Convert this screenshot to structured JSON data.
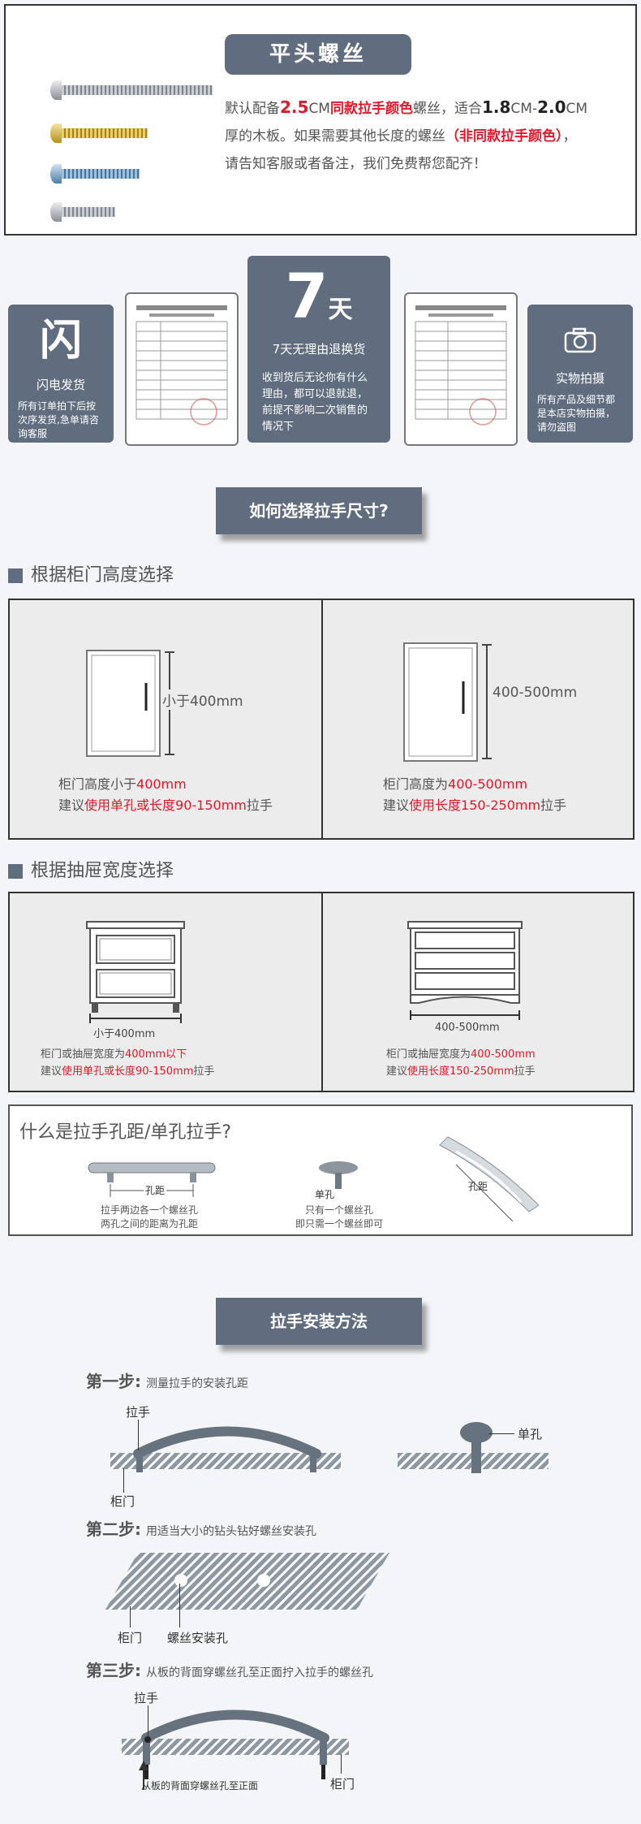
{
  "screw": {
    "title": "平头螺丝",
    "line1_pre": "默认配备",
    "line1_len": "2.5",
    "line1_unit": "CM",
    "line1_red": "同款拉手颜色",
    "line1_mid": "螺丝，适合",
    "line1_a": "1.8",
    "line1_cm1": "CM-",
    "line1_b": "2.0",
    "line1_cm2": "CM",
    "line2_pre": "厚的木板。如果需要其他长度的螺丝",
    "line2_red": "（非同款拉手颜色）",
    "line2_post": "，",
    "line3": "请告知客服或者备注，我们免费帮您配齐！"
  },
  "service": {
    "flash": {
      "icon": "闪",
      "title": "闪电发货",
      "desc": "所有订单拍下后按次序发货,急单请咨询客服"
    },
    "days": {
      "num": "7",
      "unit": "天",
      "title": "7天无理由退换货",
      "desc": "收到货后无论你有什么理由，都可以退就退，前提不影响二次销售的情况下"
    },
    "photo": {
      "title": "实物拍摄",
      "desc": "所有产品及细节都是本店实物拍摄，请勿盗图"
    }
  },
  "how_banner": "如何选择拉手尺寸?",
  "door": {
    "title": "根据柜门高度选择",
    "left": {
      "size": "小于400mm",
      "l1_pre": "柜门高度小于",
      "l1_red": "400mm",
      "l2_pre": "建议",
      "l2_red": "使用单孔或长度90-150mm",
      "l2_post": "拉手"
    },
    "right": {
      "size": "400-500mm",
      "l1_pre": "柜门高度为",
      "l1_red": "400-500mm",
      "l2_pre": "建议",
      "l2_red": "使用长度150-250mm",
      "l2_post": "拉手"
    }
  },
  "drawer": {
    "title": "根据抽屉宽度选择",
    "left": {
      "size": "小于400mm",
      "l1_pre": "柜门或抽屉宽度为",
      "l1_red": "400mm以下",
      "l2_pre": "建议",
      "l2_red": "使用单孔或长度90-150mm",
      "l2_post": "拉手"
    },
    "right": {
      "size": "400-500mm",
      "l1_pre": "柜门或抽屉宽度为",
      "l1_red": "400-500mm",
      "l2_pre": "建议",
      "l2_red": "使用长度150-250mm",
      "l2_post": "拉手"
    }
  },
  "hole": {
    "title": "什么是拉手孔距/单孔拉手?",
    "a_label": "孔距",
    "a_desc1": "拉手两边各一个螺丝孔",
    "a_desc2": "两孔之间的距离为孔距",
    "b_label": "单孔",
    "b_desc1": "只有一个螺丝孔",
    "b_desc2": "即只需一个螺丝即可",
    "c_label": "孔距"
  },
  "install": {
    "banner": "拉手安装方法",
    "s1": {
      "title": "第一步:",
      "sub": "测量拉手的安装孔距",
      "handle": "拉手",
      "door": "柜门",
      "single": "单孔"
    },
    "s2": {
      "title": "第二步:",
      "sub": "用适当大小的钻头钻好螺丝安装孔",
      "door": "柜门",
      "hole": "螺丝安装孔"
    },
    "s3": {
      "title": "第三步:",
      "sub": "从板的背面穿螺丝孔至正面拧入拉手的螺丝孔",
      "handle": "拉手",
      "back": "从板的背面穿螺丝孔至正面",
      "door": "柜门"
    }
  }
}
